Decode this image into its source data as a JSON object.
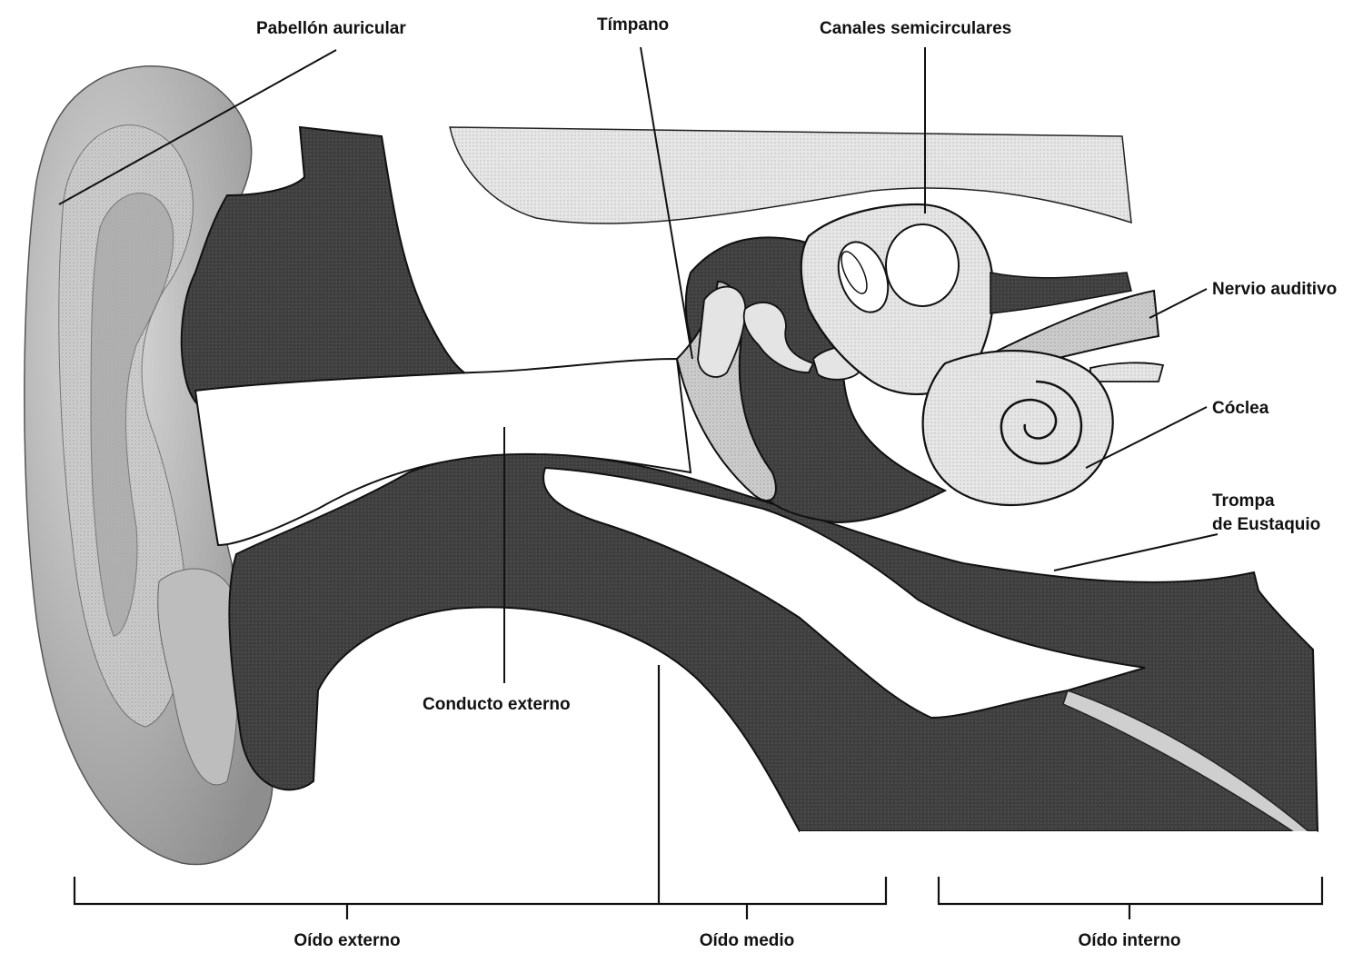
{
  "labels": {
    "pinna": "Pabellón auricular",
    "eardrum": "Tímpano",
    "semicircular_canals": "Canales semicirculares",
    "auditory_nerve": "Nervio auditivo",
    "cochlea": "Cóclea",
    "eustachian_tube_line1": "Trompa",
    "eustachian_tube_line2": "de Eustaquio",
    "ear_canal": "Conducto externo",
    "outer_ear": "Oído externo",
    "middle_ear": "Oído medio",
    "inner_ear": "Oído interno"
  },
  "colors": {
    "bone_dark": "#3b3b3b",
    "skin": "#c8c8c8",
    "skin_light": "#e0e0e0",
    "structure_light": "#d2d2d2",
    "line": "#111111"
  }
}
